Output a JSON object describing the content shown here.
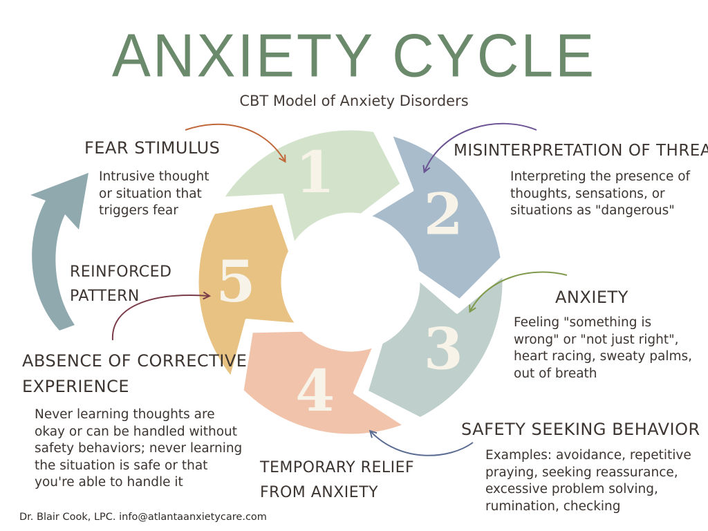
{
  "title": "ANXIETY CYCLE",
  "subtitle": "CBT Model of Anxiety Disorders",
  "steps": [
    {
      "number": "1",
      "heading": "FEAR STIMULUS",
      "text": [
        "Intrusive thought",
        "or situation that",
        "triggers fear"
      ],
      "color": "#d3e3cb"
    },
    {
      "number": "2",
      "heading": "MISINTERPRETATION OF THREAT",
      "text": [
        "Interpreting the presence of",
        "thoughts, sensations, or",
        "situations as \"dangerous\""
      ],
      "color": "#a9bccc"
    },
    {
      "number": "3",
      "heading": "ANXIETY",
      "text": [
        "Feeling \"something is",
        "wrong\" or \"not just right\",",
        "heart racing, sweaty palms,",
        "out of breath"
      ],
      "color": "#bfcfcb"
    },
    {
      "number": "4",
      "heading": "SAFETY SEEKING BEHAVIOR",
      "text": [
        "Examples: avoidance, repetitive",
        "praying, seeking reassurance,",
        "excessive problem solving,",
        "rumination, checking"
      ],
      "color": "#f1c3aa"
    },
    {
      "number": "5",
      "heading": "ABSENCE OF CORRECTIVE",
      "heading2": "EXPERIENCE",
      "text": [
        "Never learning thoughts are",
        "okay or can be handled without",
        "safety behaviors; never learning",
        "the situation is safe or that",
        "you're able to handle it"
      ],
      "color": "#e8c283"
    }
  ],
  "relief": [
    "TEMPORARY RELIEF",
    "FROM ANXIETY"
  ],
  "reinforced": [
    "REINFORCED",
    "PATTERN"
  ],
  "footer": "Dr. Blair Cook, LPC. info@atlantaanxietycare.com",
  "colors": {
    "title": "#6b8a6b",
    "big_arrow": "#8fa9ae",
    "arrow1": "#c0683a",
    "arrow2": "#6a5293",
    "arrow3": "#7f9a4b",
    "arrow4": "#5b6c93",
    "arrow5": "#7b3c4a"
  }
}
